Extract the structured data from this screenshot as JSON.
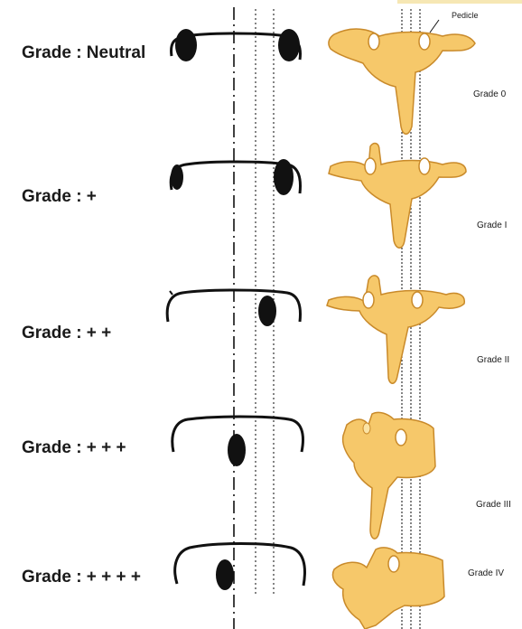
{
  "left_grades": [
    {
      "label": "Grade : Neutral"
    },
    {
      "label": "Grade : +"
    },
    {
      "label": "Grade : + +"
    },
    {
      "label": "Grade : + + +"
    },
    {
      "label": "Grade : + + + +"
    }
  ],
  "right_grades": [
    {
      "label": "Grade 0"
    },
    {
      "label": "Grade I"
    },
    {
      "label": "Grade II"
    },
    {
      "label": "Grade III"
    },
    {
      "label": "Grade IV"
    }
  ],
  "pedicle_label": "Pedicle",
  "colors": {
    "outline": "#111111",
    "bone_fill": "#f6c86a",
    "bone_light": "#fbe3a4",
    "bone_stroke": "#c98a2a",
    "pedicle_ring": "#ffffff"
  }
}
